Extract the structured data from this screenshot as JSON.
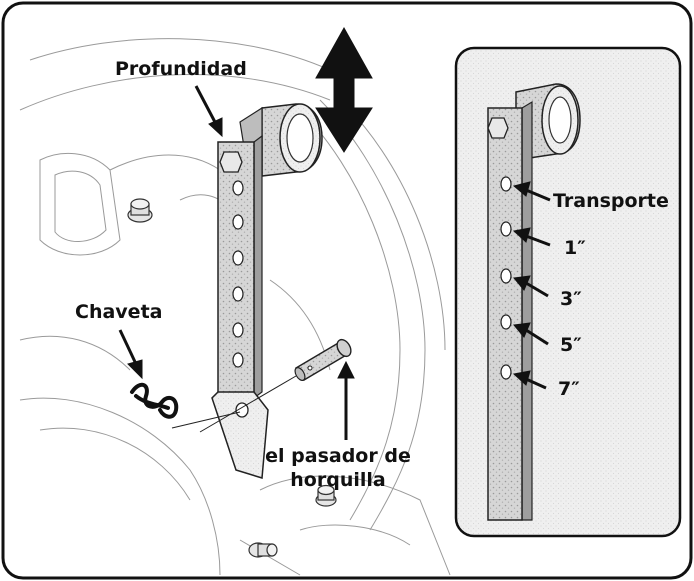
{
  "labels": {
    "profundidad": "Profundidad",
    "chaveta": "Chaveta",
    "pasador_line1": "el pasador de",
    "pasador_line2": "horquilla",
    "transporte": "Transporte",
    "pos1": "1″",
    "pos3": "3″",
    "pos5": "5″",
    "pos7": "7″"
  },
  "icons": {
    "depth_arrow": "double-headed-vertical-arrow-icon",
    "hairpin": "hairpin-cotter-pin-icon",
    "clevis_pin": "clevis-pin-icon"
  }
}
